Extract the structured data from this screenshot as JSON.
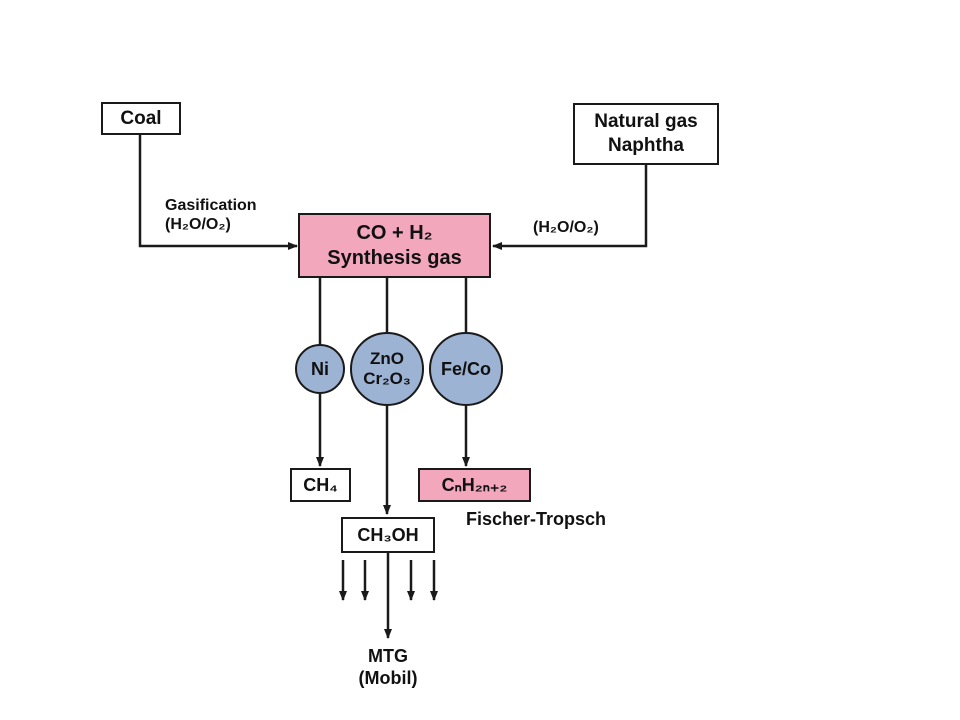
{
  "nodes": {
    "coal": "Coal",
    "natural_gas": [
      "Natural gas",
      "Naphtha"
    ],
    "synthesis_gas": {
      "line1": "CO + H₂",
      "line2": "Synthesis gas"
    },
    "ch4": "CH₄",
    "ch3oh": "CH₃OH",
    "hydrocarbons": "CₙH₂ₙ₊₂",
    "mtg": [
      "MTG",
      "(Mobil)"
    ]
  },
  "catalysts": {
    "ni": "Ni",
    "zno_cr2o3": [
      "ZnO",
      "Cr₂O₃"
    ],
    "fe_co": "Fe/Co"
  },
  "labels": {
    "gasification": [
      "Gasification",
      "(H₂O/O₂)"
    ],
    "right_reagent": "(H₂O/O₂)",
    "fischer_tropsch": "Fischer-Tropsch"
  },
  "colors": {
    "synthesis_box": "#f2a7bd",
    "catalyst_fill": "#9db3d3",
    "line": "#1a1a1a"
  }
}
